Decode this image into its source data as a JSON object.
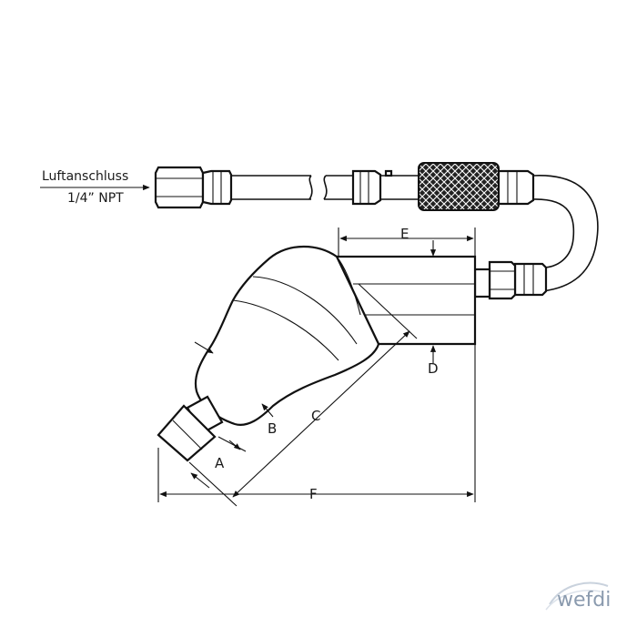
{
  "labels": {
    "air_connection": "Luftanschluss",
    "thread": "1/4” NPT"
  },
  "dimensions": {
    "a": "A",
    "b": "B",
    "c": "C",
    "d": "D",
    "e": "E",
    "f": "F"
  },
  "watermark": {
    "text": "wefdi"
  },
  "colors": {
    "line": "#111111",
    "background": "#ffffff",
    "watermark": "#8a9aae"
  }
}
